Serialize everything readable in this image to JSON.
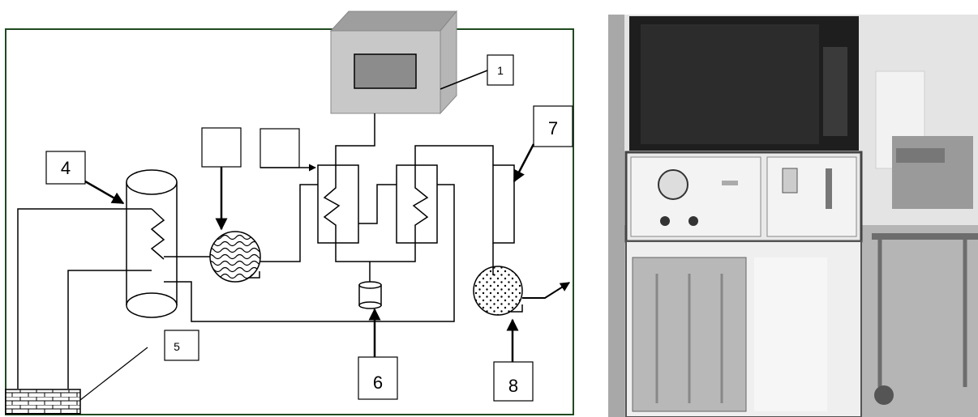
{
  "labels": {
    "l1": "1",
    "l4": "4",
    "l5": "5",
    "l6": "6",
    "l7": "7",
    "l8": "8"
  },
  "colors": {
    "frame": "#1f4a1f",
    "box_face": "#c8c8c8",
    "box_top": "#9e9e9e",
    "box_side": "#b6b6b6",
    "screen": "#8c8c8c"
  },
  "icons": {
    "photo": "apparatus-photo"
  }
}
